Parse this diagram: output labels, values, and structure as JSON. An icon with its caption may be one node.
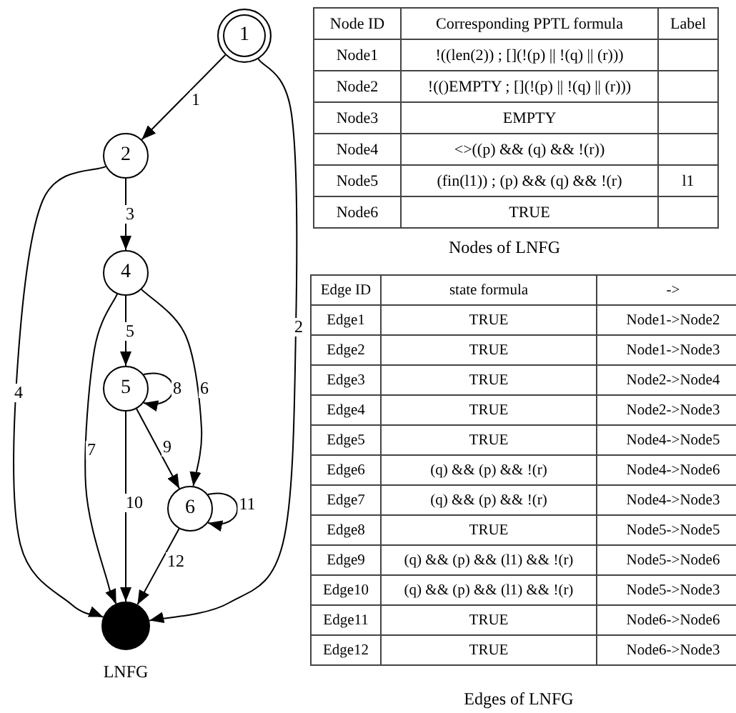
{
  "diagram": {
    "nodes": [
      {
        "text": [
          "1"
        ]
      },
      {
        "text": [
          "2"
        ]
      },
      {
        "text": [
          "4"
        ]
      },
      {
        "text": [
          "5"
        ]
      },
      {
        "text": [
          "6"
        ]
      },
      {
        "text": [],
        "shape": "circle",
        "beside": [
          "LNFG"
        ]
      }
    ],
    "edges": [
      {
        "from": 0,
        "to": 1,
        "arrow": "to",
        "label": "1"
      },
      {
        "from": 0,
        "to": 5,
        "arrow": "to",
        "label": "2"
      },
      {
        "from": 1,
        "to": 2,
        "arrow": "to",
        "label": "3"
      },
      {
        "from": 1,
        "to": 5,
        "arrow": "to",
        "label": "4"
      },
      {
        "from": 2,
        "to": 3,
        "arrow": "to",
        "label": "5"
      },
      {
        "from": 2,
        "to": 4,
        "arrow": "to",
        "label": "6"
      },
      {
        "from": 2,
        "to": 5,
        "arrow": "to",
        "label": "7"
      },
      {
        "from": 3,
        "to": 3,
        "arrow": "to",
        "label": "8"
      },
      {
        "from": 3,
        "to": 4,
        "arrow": "to",
        "label": "9"
      },
      {
        "from": 3,
        "to": 5,
        "arrow": "to",
        "label": "10"
      },
      {
        "from": 4,
        "to": 4,
        "arrow": "to",
        "label": "11"
      },
      {
        "from": 4,
        "to": 5,
        "arrow": "to",
        "label": "12"
      }
    ],
    "labels": [
      "Node ID",
      "Corresponding PPTL formula",
      "Label",
      "Node1",
      "!((len(2)) ; [](!(p) || !(q) || (r)))",
      "Node2",
      "!(()EMPTY ; [](!(p) || !(q) || (r)))",
      "Node3",
      "EMPTY",
      "Node4",
      "<>((p) && (q) && !(r))",
      "Node5",
      "(fin(l1)) ; (p) && (q) && !(r)",
      "l1",
      "Node6",
      "TRUE",
      "Nodes of LNFG",
      "Edge ID",
      "state formula",
      "->",
      "Edge1",
      "TRUE",
      "Node1->Node2",
      "Edge2",
      "TRUE",
      "Node1->Node3",
      "Edge3",
      "TRUE",
      "Node2->Node4",
      "Edge4",
      "TRUE",
      "Node2->Node3",
      "Edge5",
      "TRUE",
      "Node4->Node5",
      "Edge6",
      "(q) && (p) && !(r)",
      "Node4->Node6",
      "Edge7",
      "(q) && (p) && !(r)",
      "Node4->Node3",
      "Edge8",
      "TRUE",
      "Node5->Node5",
      "Edge9",
      "(q) && (p) && (l1) && !(r)",
      "Node5->Node6",
      "Edge10",
      "(q) && (p) && (l1) && !(r)",
      "Node5->Node3",
      "Edge11",
      "TRUE",
      "Node6->Node6",
      "Edge12",
      "TRUE",
      "Node6->Node3",
      "Edges of LNFG"
    ]
  }
}
